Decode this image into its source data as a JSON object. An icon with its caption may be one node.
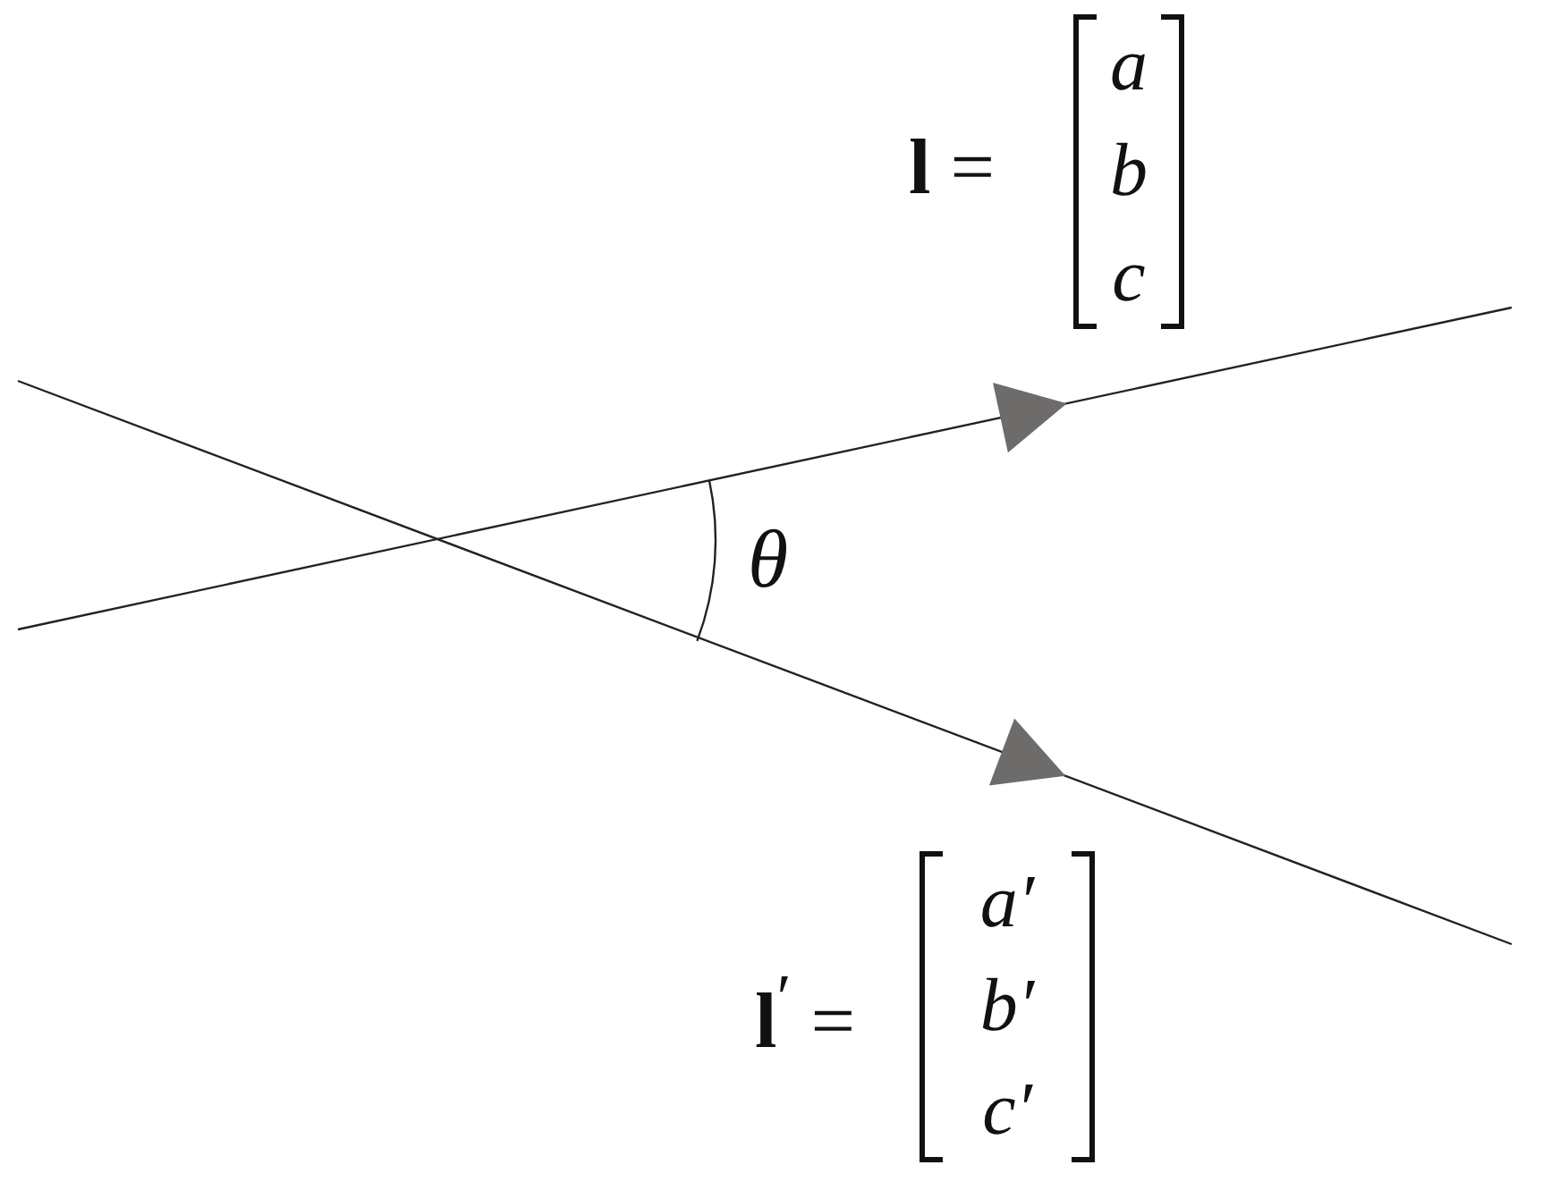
{
  "diagram": {
    "labels": [
      "**l** =",
      "a",
      "b",
      "c",
      "θ",
      "**l**$^{′}$ =",
      "a′",
      "b′",
      "c′"
    ]
  }
}
